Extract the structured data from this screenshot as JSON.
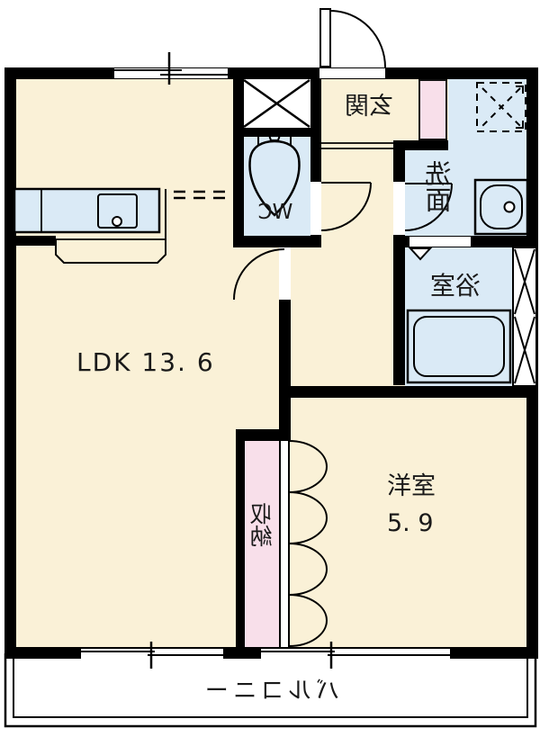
{
  "floorplan": {
    "rooms": {
      "ldk": {
        "label": "LDK 13. 6"
      },
      "western": {
        "label": "洋室",
        "size": "5. 9"
      },
      "entrance": {
        "label": "玄関"
      },
      "toilet": {
        "label": "WC"
      },
      "washroom": {
        "label": "洗面"
      },
      "bathroom": {
        "label": "浴室"
      },
      "closet": {
        "label": "収納"
      },
      "balcony": {
        "label": "バルコニー"
      }
    },
    "colors": {
      "room_fill": "#faf1d7",
      "wet_fill": "#daeaf6",
      "storage_fill": "#f8dfea",
      "wall": "#000000",
      "line": "#111111",
      "bg": "#ffffff"
    }
  }
}
